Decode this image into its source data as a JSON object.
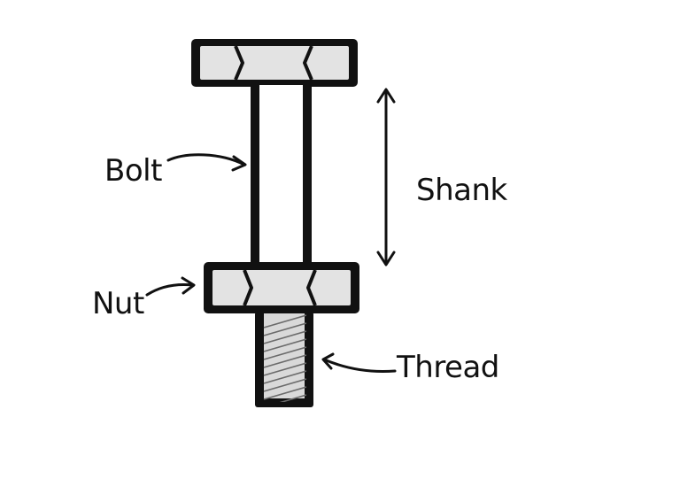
{
  "labels": {
    "bolt": "Bolt",
    "shank": "Shank",
    "nut": "Nut",
    "thread": "Thread"
  },
  "colors": {
    "outline": "#111111",
    "metal_fill": "#e3e3e3",
    "thread_fill": "#d4d4d4",
    "background": "#ffffff"
  }
}
